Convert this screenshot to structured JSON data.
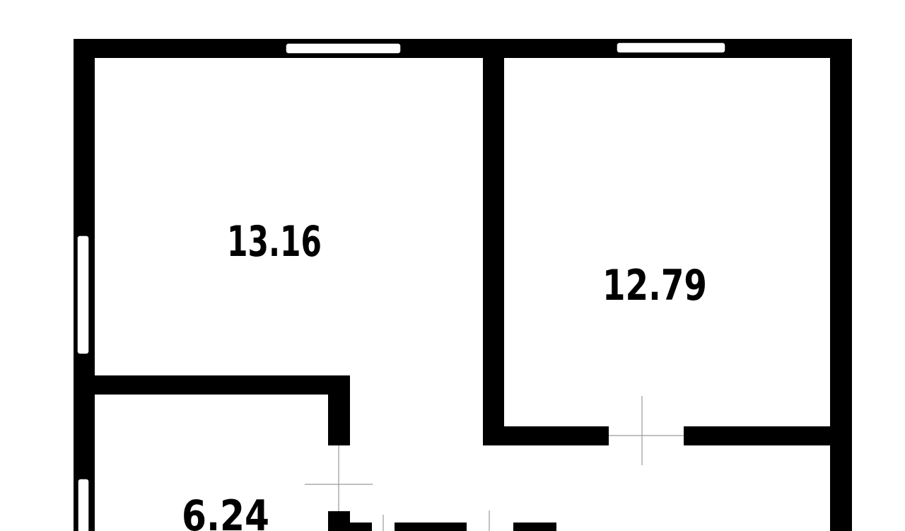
{
  "floor_plan": {
    "rooms": [
      {
        "id": "room-1",
        "area": "13.16"
      },
      {
        "id": "room-2",
        "area": "12.79"
      },
      {
        "id": "room-3",
        "area": "6.24"
      }
    ],
    "colors": {
      "wall": "#000000",
      "background": "#ffffff",
      "door_line": "#9a9a9a"
    }
  }
}
